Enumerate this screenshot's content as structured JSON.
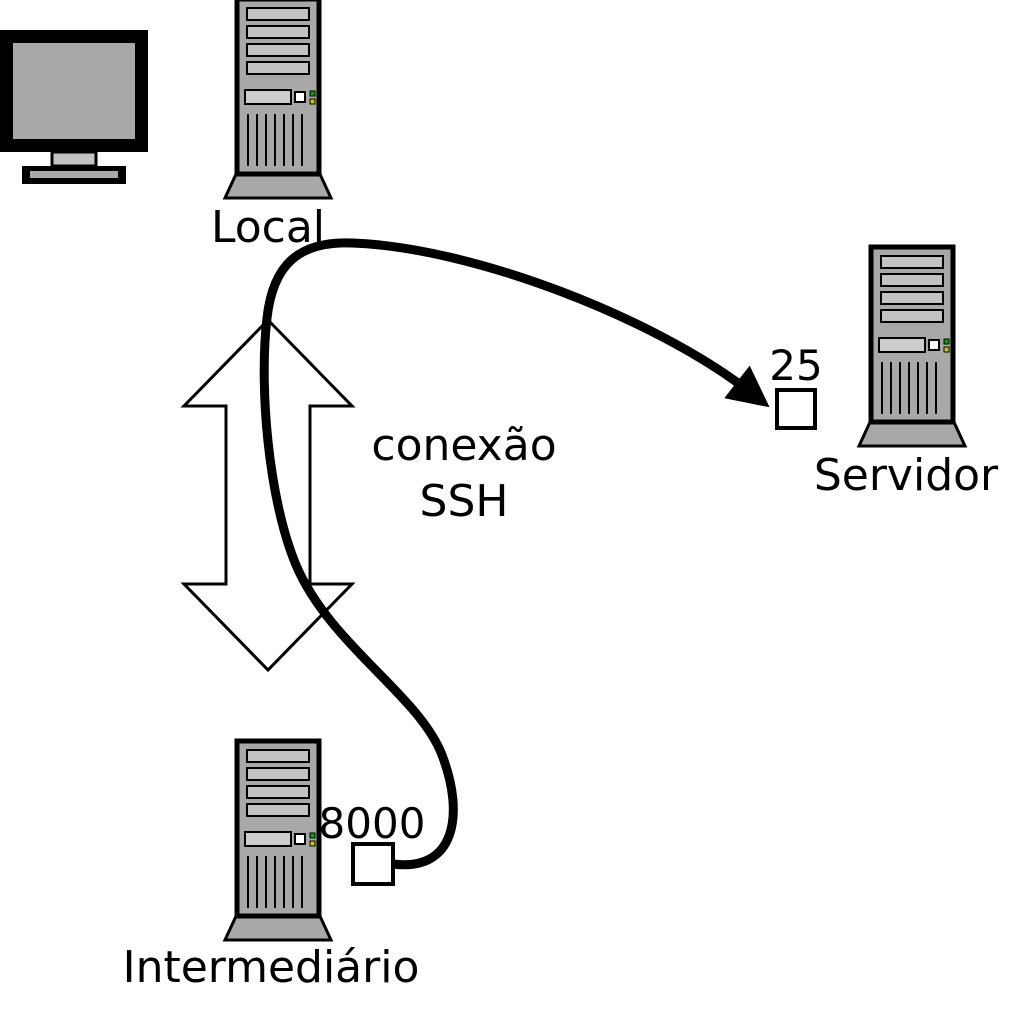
{
  "diagram": {
    "nodes": {
      "local": {
        "label": "Local"
      },
      "servidor": {
        "label": "Servidor",
        "port": "25"
      },
      "intermediario": {
        "label": "Intermediário",
        "port": "8000"
      }
    },
    "ssh_connection": {
      "line1": "conexão",
      "line2": "SSH"
    },
    "icons": {
      "monitor": "crt-monitor-icon",
      "local": "computer-tower-icon",
      "servidor": "computer-tower-icon",
      "intermediario": "computer-tower-icon"
    },
    "colors": {
      "background": "#ffffff",
      "outline": "#000000",
      "tower_body": "#a8a8a8",
      "tower_slot": "#c2c2c2",
      "drive_bay": "#cccccc",
      "port_box": "#ffffff",
      "led_green": "#00a800",
      "led_yellow": "#c8c800"
    }
  }
}
